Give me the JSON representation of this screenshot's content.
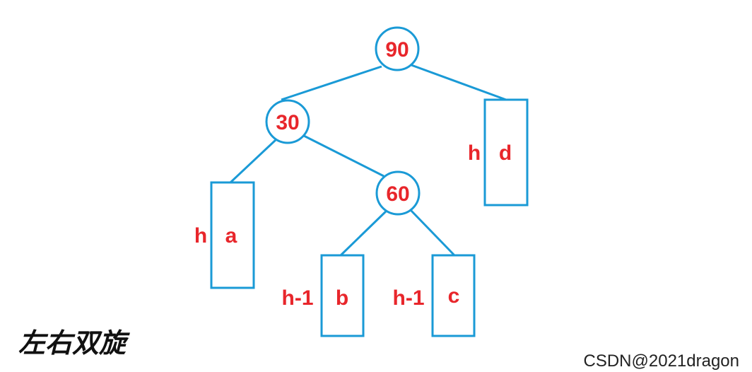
{
  "colors": {
    "stroke": "#1a9ad6",
    "text": "#e8262b",
    "title": "#111111"
  },
  "nodes": {
    "n90": "90",
    "n30": "30",
    "n60": "60"
  },
  "subtrees": {
    "a": {
      "label": "a",
      "height": "h"
    },
    "b": {
      "label": "b",
      "height": "h-1"
    },
    "c": {
      "label": "c",
      "height": "h-1"
    },
    "d": {
      "label": "d",
      "height": "h"
    }
  },
  "title": "左右双旋",
  "watermark": "CSDN@2021dragon"
}
